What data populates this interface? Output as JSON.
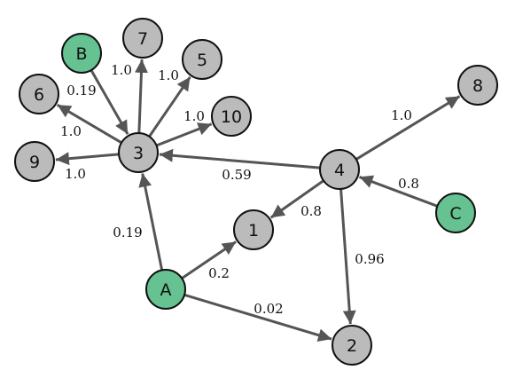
{
  "colors": {
    "node_default": "#bbbbbb",
    "node_highlight": "#66c290",
    "edge": "#555555",
    "outline": "#111111"
  },
  "nodes": [
    {
      "id": "A",
      "label": "A",
      "highlight": true
    },
    {
      "id": "B",
      "label": "B",
      "highlight": true
    },
    {
      "id": "C",
      "label": "C",
      "highlight": true
    },
    {
      "id": "1",
      "label": "1",
      "highlight": false
    },
    {
      "id": "2",
      "label": "2",
      "highlight": false
    },
    {
      "id": "3",
      "label": "3",
      "highlight": false
    },
    {
      "id": "4",
      "label": "4",
      "highlight": false
    },
    {
      "id": "5",
      "label": "5",
      "highlight": false
    },
    {
      "id": "6",
      "label": "6",
      "highlight": false
    },
    {
      "id": "7",
      "label": "7",
      "highlight": false
    },
    {
      "id": "8",
      "label": "8",
      "highlight": false
    },
    {
      "id": "9",
      "label": "9",
      "highlight": false
    },
    {
      "id": "10",
      "label": "10",
      "highlight": false
    }
  ],
  "edges": [
    {
      "from": "B",
      "to": "3",
      "label": "0.19"
    },
    {
      "from": "3",
      "to": "7",
      "label": "1.0"
    },
    {
      "from": "3",
      "to": "5",
      "label": "1.0"
    },
    {
      "from": "3",
      "to": "6",
      "label": "1.0"
    },
    {
      "from": "3",
      "to": "10",
      "label": "1.0"
    },
    {
      "from": "3",
      "to": "9",
      "label": "1.0"
    },
    {
      "from": "4",
      "to": "3",
      "label": "0.59"
    },
    {
      "from": "4",
      "to": "8",
      "label": "1.0"
    },
    {
      "from": "C",
      "to": "4",
      "label": "0.8"
    },
    {
      "from": "4",
      "to": "1",
      "label": "0.8"
    },
    {
      "from": "4",
      "to": "2",
      "label": "0.96"
    },
    {
      "from": "A",
      "to": "3",
      "label": "0.19"
    },
    {
      "from": "A",
      "to": "1",
      "label": "0.2"
    },
    {
      "from": "A",
      "to": "2",
      "label": "0.02"
    }
  ]
}
